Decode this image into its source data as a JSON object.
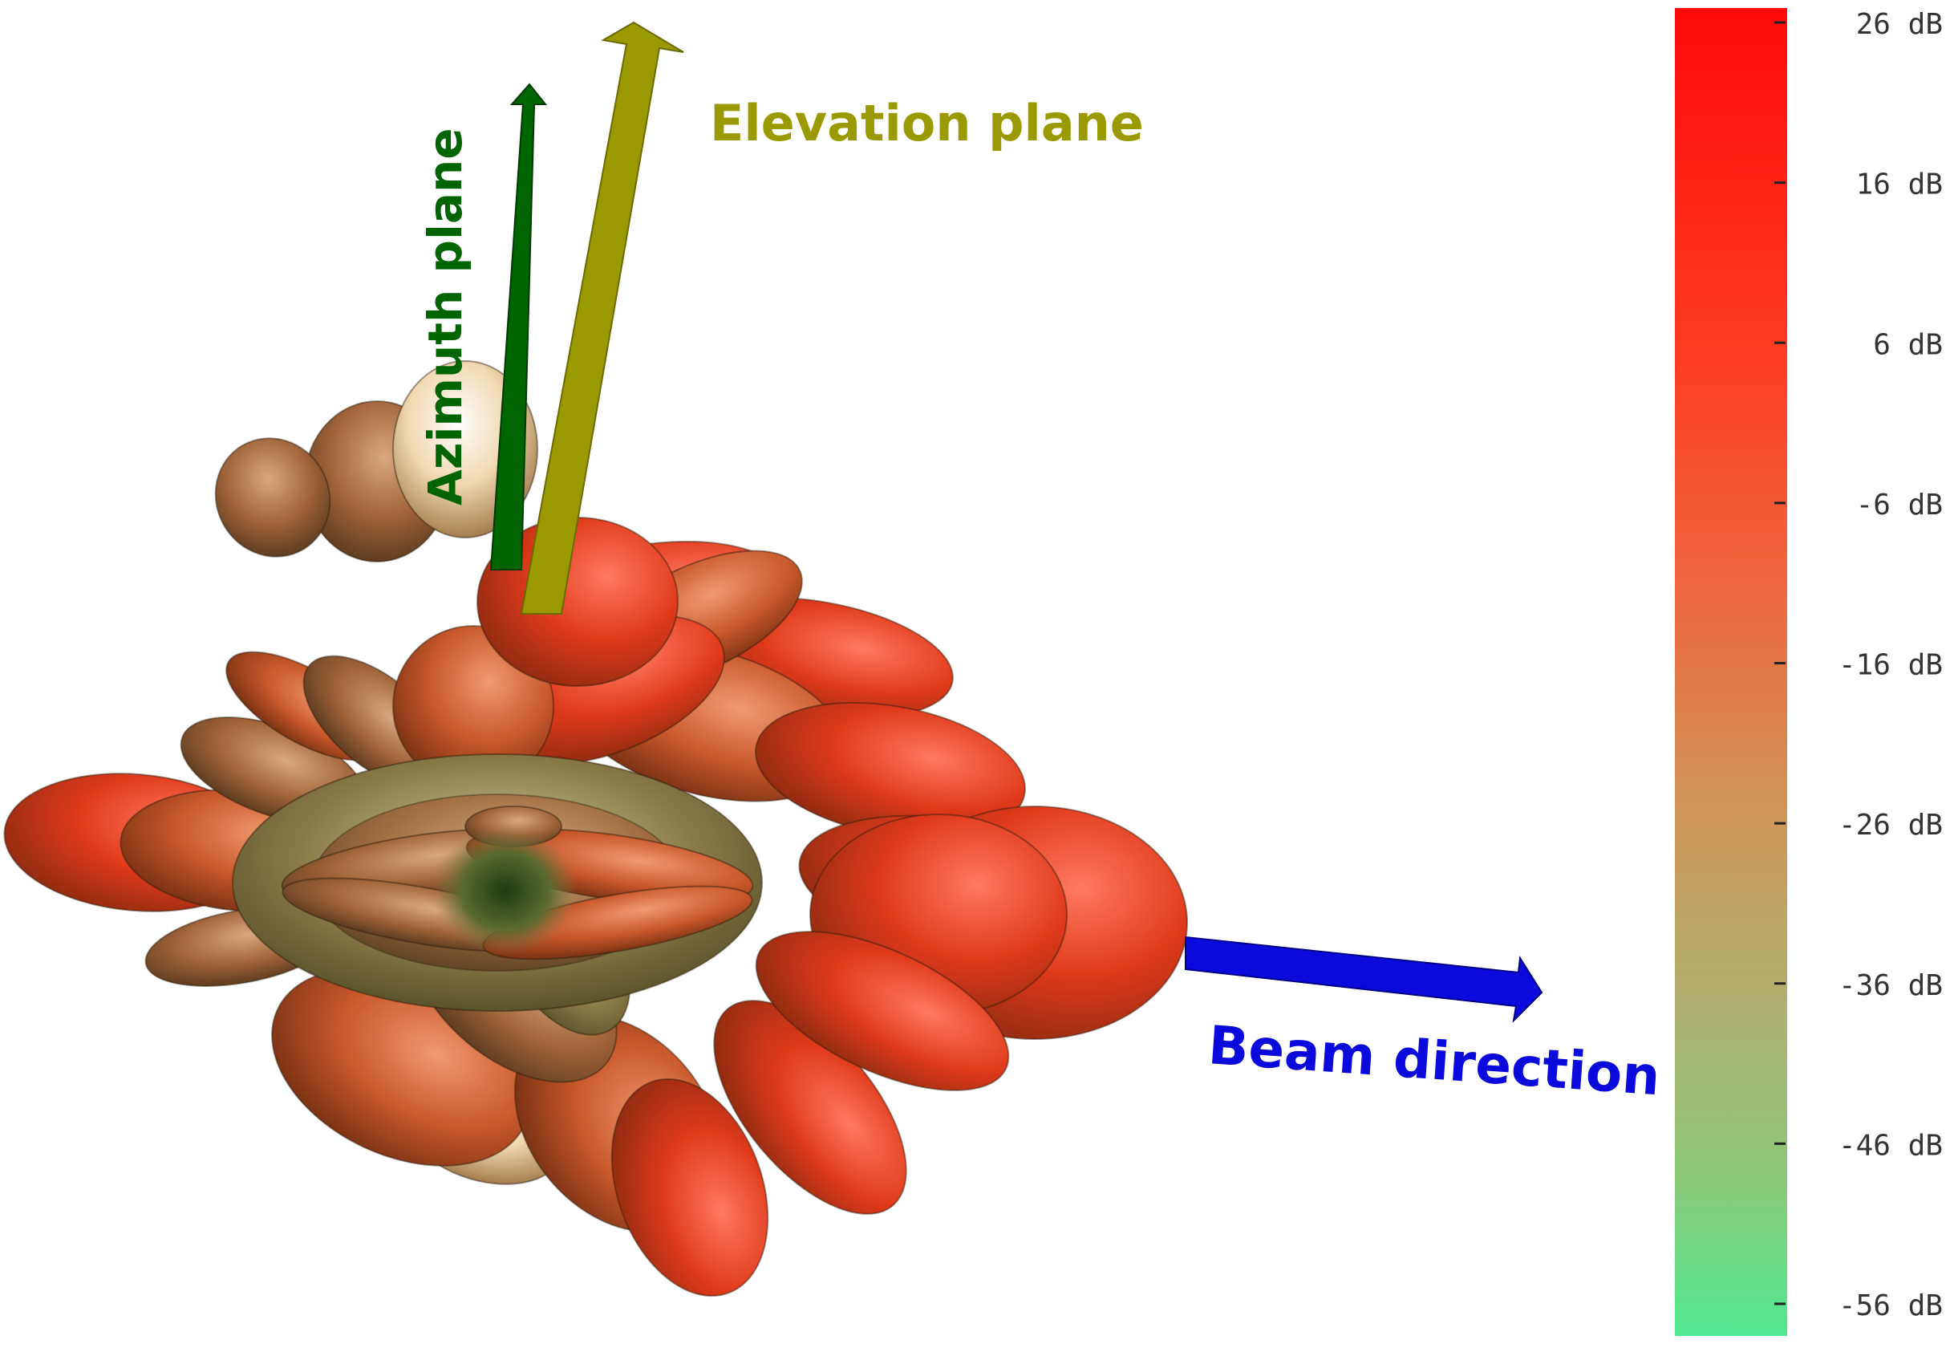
{
  "labels": {
    "azimuth": "Azimuth plane",
    "elevation": "Elevation plane",
    "beam": "Beam direction"
  },
  "colors": {
    "azimuth": "#006400",
    "elevation": "#9a9a00",
    "beam": "#0a0adc",
    "colorbar_top": "#ff0a0a",
    "colorbar_mid": "#c8a060",
    "colorbar_bottom": "#50e890"
  },
  "colorbar": {
    "ticks": [
      "26 dB",
      "16 dB",
      "6 dB",
      "-6 dB",
      "-16 dB",
      "-26 dB",
      "-36 dB",
      "-46 dB",
      "-56 dB"
    ]
  }
}
